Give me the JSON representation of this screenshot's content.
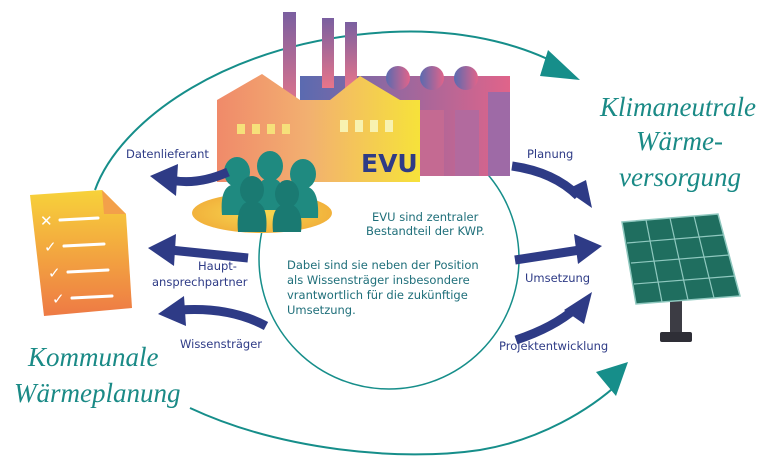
{
  "titles": {
    "right": [
      "Klimaneutrale",
      "Wärme-",
      "versorgung"
    ],
    "left": [
      "Kommunale",
      "Wärmeplanung"
    ]
  },
  "factory_label": "EVU",
  "center_text": {
    "line1": "EVU sind zentraler",
    "line2": "Bestandteil der KWP.",
    "para": [
      "Dabei sind sie neben der Position",
      "als Wissensträger insbesondere",
      "vrantwortlich für die zukünftige",
      "Umsetzung."
    ]
  },
  "left_labels": {
    "datenlieferant": "Datenlieferant",
    "haupt": [
      "Haupt-",
      "ansprechpartner"
    ],
    "wissenstraeger": "Wissensträger"
  },
  "right_labels": {
    "planung": "Planung",
    "umsetzung": "Umsetzung",
    "projekt": "Projektentwicklung"
  },
  "colors": {
    "teal": "#168e8a",
    "navy": "#2e3b86",
    "figure": "#1f8a80",
    "panel": "#1f6e5f"
  }
}
